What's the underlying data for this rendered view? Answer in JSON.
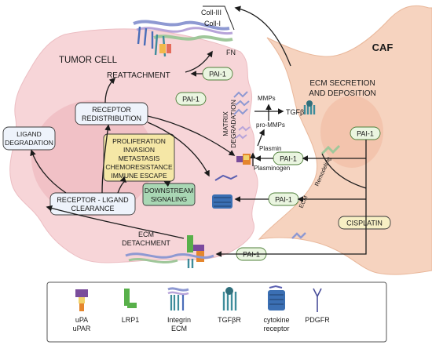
{
  "cells": {
    "tumor_label": "TUMOR CELL",
    "caf_label": "CAF"
  },
  "ecm_fibers": {
    "coll_iii": "Coll-III",
    "coll_i": "Coll-I",
    "fn": "FN"
  },
  "processes": {
    "reattachment": "REATTACHMENT",
    "ecm_secretion": [
      "ECM SECRETION",
      "AND DEPOSITION"
    ],
    "matrix_degradation": [
      "MATRIX",
      "DEGRADATION"
    ],
    "ecm_detachment": [
      "ECM",
      "DETACHMENT"
    ],
    "remodeling": "Remodeling",
    "ecm": "ECM"
  },
  "boxes": {
    "receptor_redistribution": [
      "RECEPTOR",
      "REDISTRIBUTION"
    ],
    "ligand_degradation": [
      "LIGAND",
      "DEGRADATION"
    ],
    "receptor_ligand_clearance": [
      "RECEPTOR - LIGAND",
      "CLEARANCE"
    ],
    "outcomes": [
      "PROLIFERATION",
      "INVASION",
      "METASTASIS",
      "CHEMORESISTANCE",
      "IMMUNE ESCAPE"
    ],
    "downstream_signaling": [
      "DOWNSTREAM",
      "SIGNALING"
    ],
    "cisplatin": "CISPLATIN"
  },
  "molecules": {
    "pai1": "PAI-1",
    "mmps": "MMPs",
    "pro_mmps": "pro-MMPs",
    "tgfb": "TGFβ",
    "plasmin": "Plasmin",
    "plasminogen": "Plasminogen"
  },
  "legend": {
    "items": [
      {
        "label": [
          "uPA",
          "uPAR"
        ],
        "icon": "upa-upar-icon"
      },
      {
        "label": [
          "LRP1"
        ],
        "icon": "lrp1-icon"
      },
      {
        "label": [
          "Integrin",
          "ECM"
        ],
        "icon": "integrin-ecm-icon"
      },
      {
        "label": [
          "TGFβR"
        ],
        "icon": "tgfbr-icon"
      },
      {
        "label": [
          "cytokine",
          "receptor"
        ],
        "icon": "cytokine-receptor-icon"
      },
      {
        "label": [
          "PDGFR"
        ],
        "icon": "pdgfr-icon"
      }
    ]
  },
  "colors": {
    "tumor_cell": "#f7d5d8",
    "tumor_nucleus": "#eeb8bf",
    "caf": "#f6d3bf",
    "pai1_fill": "#eaf5e0",
    "pai1_stroke": "#4f7f3a",
    "outcomes_fill": "#f5e7a6",
    "signaling_fill": "#a9d7b4",
    "cisplatin_fill": "#f7efc4",
    "process_fill": "#eef3fb"
  }
}
